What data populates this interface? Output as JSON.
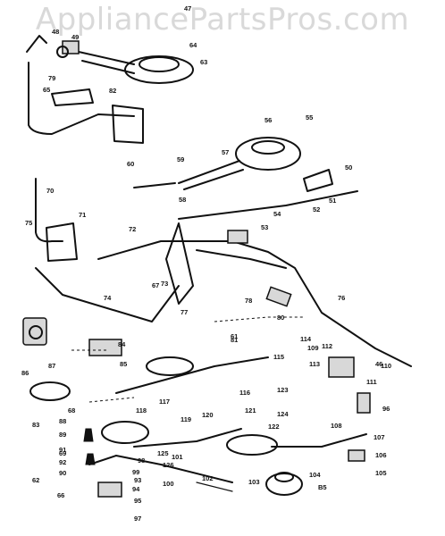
{
  "watermark": "AppliancePartsPros.com",
  "footer_code": "B5",
  "callouts": [
    "46",
    "47",
    "48",
    "49",
    "50",
    "51",
    "52",
    "53",
    "54",
    "55",
    "56",
    "57",
    "58",
    "59",
    "60",
    "61",
    "62",
    "63",
    "64",
    "65",
    "66",
    "67",
    "68",
    "69",
    "70",
    "71",
    "72",
    "73",
    "74",
    "75",
    "76",
    "77",
    "78",
    "79",
    "80",
    "81",
    "82",
    "83",
    "84",
    "85",
    "86",
    "87",
    "88",
    "89",
    "90",
    "91",
    "92",
    "93",
    "94",
    "95",
    "96",
    "97",
    "98",
    "99",
    "100",
    "101",
    "102",
    "103",
    "104",
    "105",
    "106",
    "107",
    "108",
    "109",
    "110",
    "111",
    "112",
    "113",
    "114",
    "115",
    "116",
    "117",
    "118",
    "119",
    "120",
    "121",
    "122",
    "123",
    "124",
    "125",
    "126"
  ]
}
